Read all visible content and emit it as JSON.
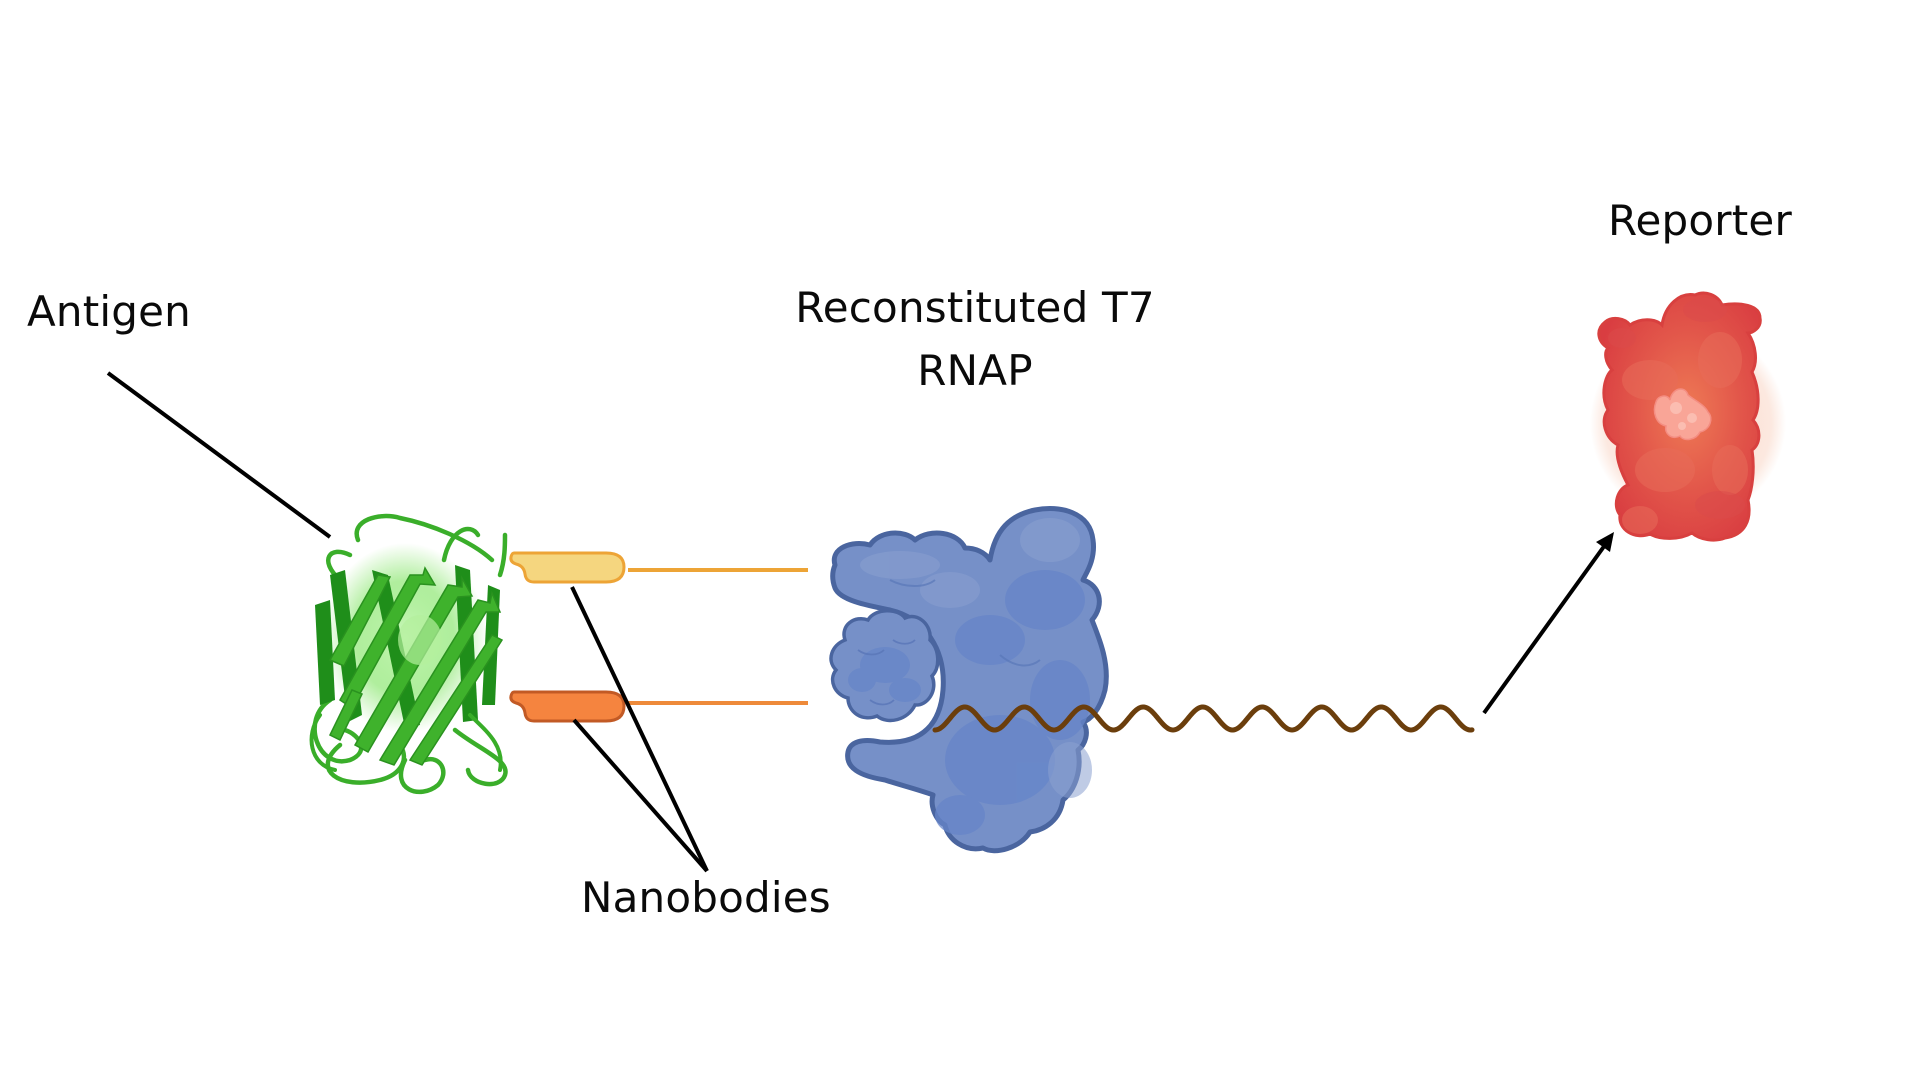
{
  "diagram": {
    "title": "Nanobody-based antigen sensing with reconstituted T7 RNAP",
    "labels": {
      "antigen": "Antigen",
      "rnap_line1": "Reconstituted T7",
      "rnap_line2": "RNAP",
      "reporter": "Reporter",
      "nanobodies": "Nanobodies"
    },
    "components": [
      {
        "id": "antigen",
        "kind": "protein (beta-barrel, green)",
        "color": "#3cb02a"
      },
      {
        "id": "nanobody-1",
        "kind": "nanobody",
        "color": "#f5d67f",
        "outline": "#eda436"
      },
      {
        "id": "nanobody-2",
        "kind": "nanobody",
        "color": "#f5843f",
        "outline": "#c25a25"
      },
      {
        "id": "t7-rnap",
        "kind": "split polymerase",
        "color": "#6f8ccb",
        "outline": "#4a659f"
      },
      {
        "id": "transcript",
        "kind": "mRNA",
        "color": "#6b3e0c"
      },
      {
        "id": "reporter",
        "kind": "fluorescent protein",
        "color": "#e0554a",
        "glow": "#f9dccf"
      }
    ],
    "connections": [
      {
        "from": "nanobody-1",
        "to": "t7-rnap",
        "kind": "fusion linker",
        "color": "#eda436"
      },
      {
        "from": "nanobody-2",
        "to": "t7-rnap",
        "kind": "fusion linker",
        "color": "#ee8a3a"
      },
      {
        "from": "transcript",
        "to": "reporter",
        "kind": "arrow"
      }
    ]
  }
}
